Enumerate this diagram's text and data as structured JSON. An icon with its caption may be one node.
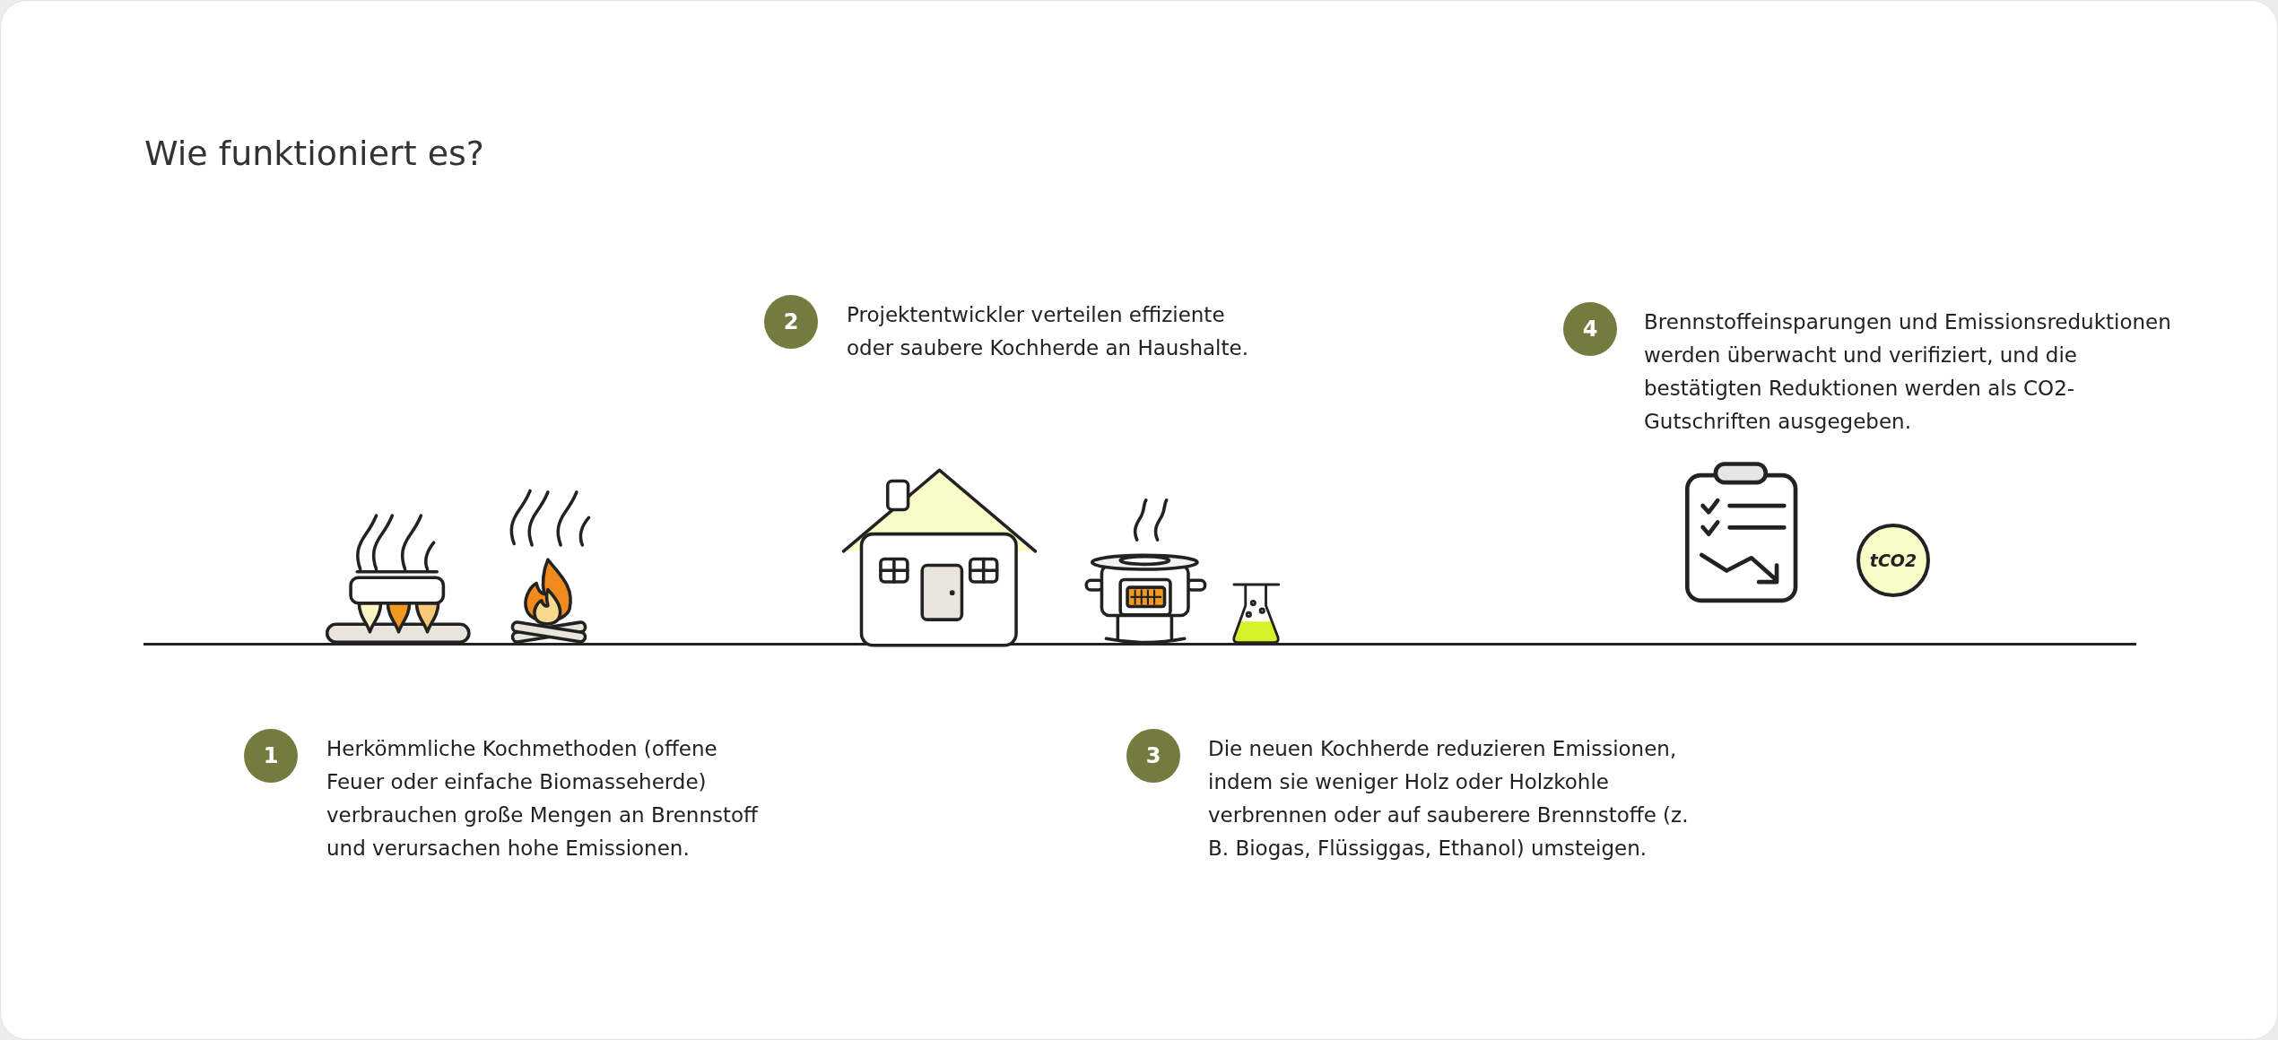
{
  "diagram": {
    "title": "Wie funktioniert es?",
    "nodes": [
      {
        "text": [
          "1"
        ],
        "beside": [
          "Herkömmliche Kochmethoden (offene Feuer oder einfache Biomasseherde) verbrauchen große Mengen an Brennstoff und verursachen hohe Emissionen."
        ]
      },
      {
        "text": [
          "2"
        ],
        "beside": [
          "Projektentwickler verteilen effiziente oder saubere Kochherde an Haushalte."
        ]
      },
      {
        "text": [
          "3"
        ],
        "beside": [
          "Die neuen Kochherde reduzieren Emissionen, indem sie weniger Holz oder Holzkohle verbrennen oder auf sauberere Brennstoffe (z. B. Biogas, Flüssiggas, Ethanol) umsteigen."
        ]
      },
      {
        "text": [
          "4"
        ],
        "beside": [
          "Brennstoffeinsparungen und Emissionsreduktionen werden überwacht und verifiziert, und die bestätigten Reduktionen werden als CO2-Gutschriften ausgegeben."
        ]
      },
      {
        "text": [
          "tCO2"
        ]
      }
    ]
  }
}
